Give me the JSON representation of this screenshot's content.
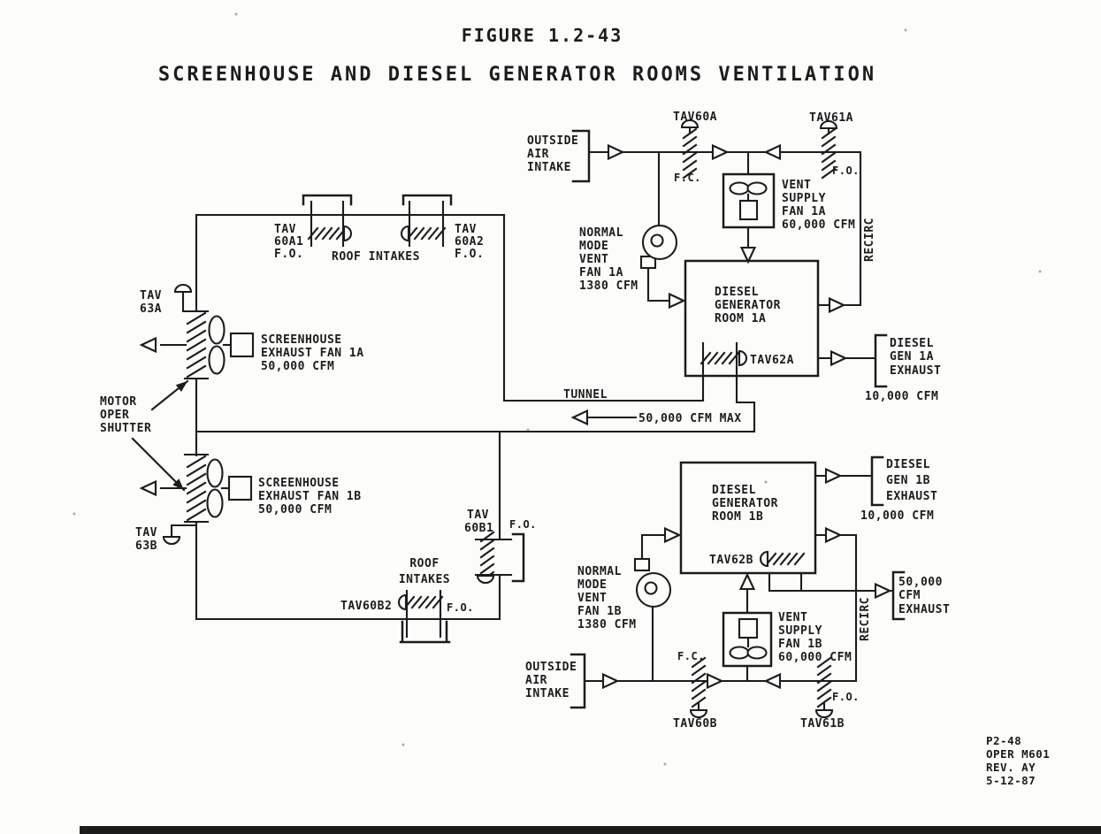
{
  "title": {
    "figure": "FIGURE 1.2-43",
    "name": "SCREENHOUSE AND DIESEL GENERATOR ROOMS VENTILATION"
  },
  "colors": {
    "ink": "#1c1c1c",
    "paper": "#fcfcfa"
  },
  "screenhouse": {
    "roof_intakes_top_label": "ROOF INTAKES",
    "tav60a1": {
      "lines": [
        "TAV",
        "60A1",
        "F.O."
      ]
    },
    "tav60a2": {
      "lines": [
        "TAV",
        "60A2",
        "F.O."
      ]
    },
    "tav63a": {
      "lines": [
        "TAV",
        "63A"
      ]
    },
    "tav63b": {
      "lines": [
        "TAV",
        "63B"
      ]
    },
    "exhaust_fan_1a": {
      "lines": [
        "SCREENHOUSE",
        "EXHAUST FAN 1A",
        "50,000 CFM"
      ]
    },
    "exhaust_fan_1b": {
      "lines": [
        "SCREENHOUSE",
        "EXHAUST FAN 1B",
        "50,000 CFM"
      ]
    },
    "motor_oper_shutter": {
      "lines": [
        "MOTOR",
        "OPER",
        "SHUTTER"
      ]
    },
    "roof_intakes_bottom_label": {
      "lines": [
        "ROOF",
        "INTAKES"
      ]
    },
    "tav60b1": {
      "lines": [
        "TAV",
        "60B1"
      ],
      "position": "F.O."
    },
    "tav60b2": {
      "label": "TAV60B2",
      "position": "F.O."
    },
    "tunnel": {
      "label": "TUNNEL",
      "flow": "50,000 CFM MAX"
    }
  },
  "train_a": {
    "outside_air_intake": {
      "lines": [
        "OUTSIDE",
        "AIR",
        "INTAKE"
      ]
    },
    "tav60a": {
      "label": "TAV60A",
      "position": "F.C."
    },
    "tav61a": {
      "label": "TAV61A",
      "position": "F.O."
    },
    "vent_supply_fan": {
      "lines": [
        "VENT",
        "SUPPLY",
        "FAN 1A",
        "60,000 CFM"
      ]
    },
    "normal_mode_fan": {
      "lines": [
        "NORMAL",
        "MODE",
        "VENT",
        "FAN 1A",
        "1380 CFM"
      ]
    },
    "room": {
      "lines": [
        "DIESEL",
        "GENERATOR",
        "ROOM 1A"
      ]
    },
    "tav62a": "TAV62A",
    "recirc": "RECIRC",
    "gen_exhaust": {
      "lines": [
        "DIESEL",
        "GEN 1A",
        "EXHAUST"
      ],
      "cfm": "10,000 CFM"
    }
  },
  "train_b": {
    "outside_air_intake": {
      "lines": [
        "OUTSIDE",
        "AIR",
        "INTAKE"
      ]
    },
    "tav60b": {
      "label": "TAV60B",
      "position": "F.C."
    },
    "tav61b": {
      "label": "TAV61B",
      "position": "F.O."
    },
    "vent_supply_fan": {
      "lines": [
        "VENT",
        "SUPPLY",
        "FAN 1B",
        "60,000 CFM"
      ]
    },
    "normal_mode_fan": {
      "lines": [
        "NORMAL",
        "MODE",
        "VENT",
        "FAN 1B",
        "1380 CFM"
      ]
    },
    "room": {
      "lines": [
        "DIESEL",
        "GENERATOR",
        "ROOM 1B"
      ]
    },
    "tav62b": "TAV62B",
    "recirc": "RECIRC",
    "gen_exhaust": {
      "lines": [
        "DIESEL",
        "GEN 1B",
        "EXHAUST"
      ],
      "cfm": "10,000 CFM"
    },
    "room_exhaust": {
      "lines": [
        "50,000",
        "CFM",
        "EXHAUST"
      ]
    }
  },
  "footer_note": {
    "lines": [
      "P2-48",
      "OPER M601",
      "REV. AY",
      "5-12-87"
    ]
  }
}
